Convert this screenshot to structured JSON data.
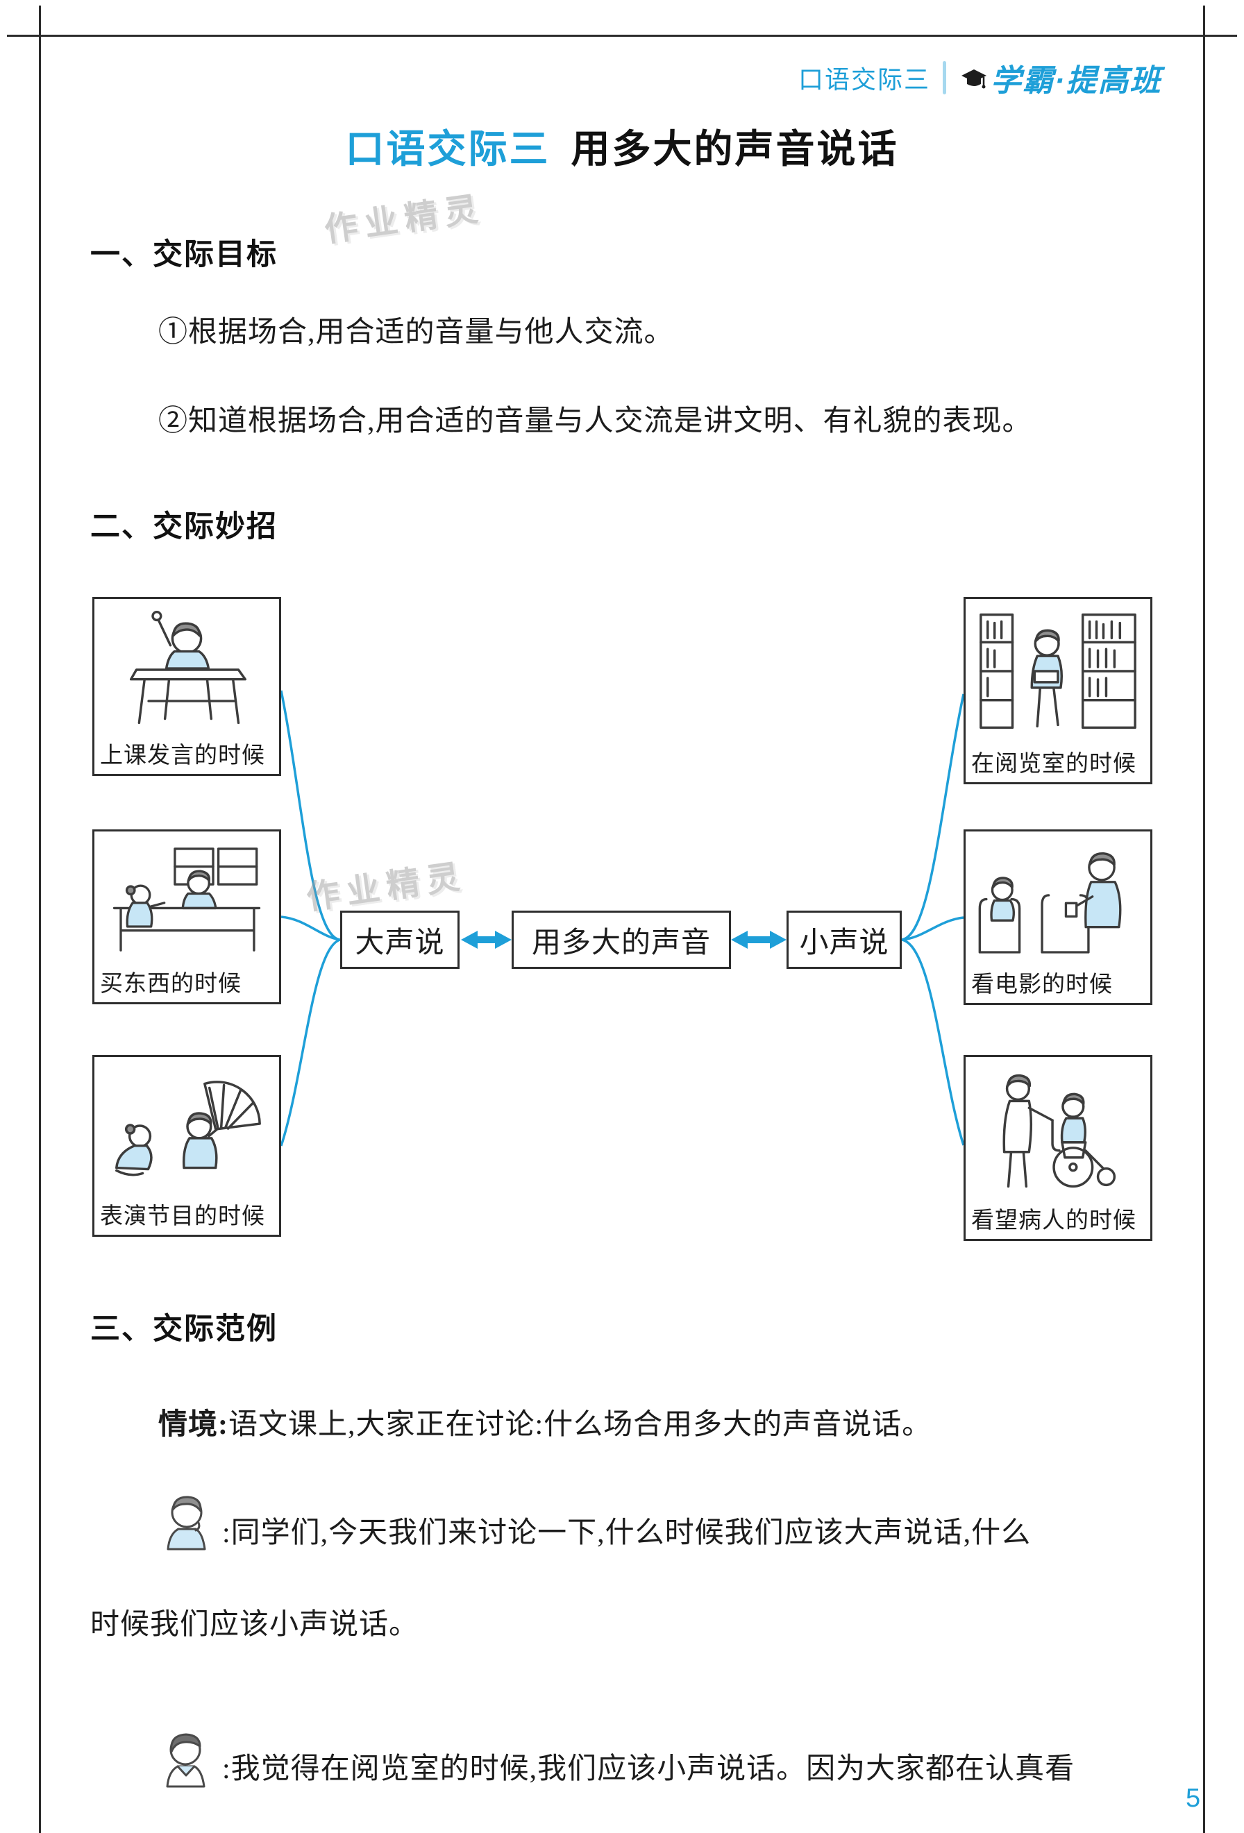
{
  "header": {
    "breadcrumb": "口语交际三",
    "brand": "学霸·提高班"
  },
  "title": {
    "prefix": "口语交际三",
    "main": "用多大的声音说话"
  },
  "watermark": {
    "text": "作业精灵"
  },
  "goals": {
    "heading": "一、交际目标",
    "item1": "①根据场合,用合适的音量与他人交流。",
    "item2": "②知道根据场合,用合适的音量与人交流是讲文明、有礼貌的表现。"
  },
  "tips": {
    "heading": "二、交际妙招",
    "loud": "大声说",
    "center": "用多大的声音",
    "soft": "小声说",
    "loud_scenes": [
      {
        "caption": "上课发言的时候"
      },
      {
        "caption": "买东西的时候"
      },
      {
        "caption": "表演节目的时候"
      }
    ],
    "soft_scenes": [
      {
        "caption": "在阅览室的时候"
      },
      {
        "caption": "看电影的时候"
      },
      {
        "caption": "看望病人的时候"
      }
    ]
  },
  "examples": {
    "heading": "三、交际范例",
    "scenario_label": "情境:",
    "scenario_text": "语文课上,大家正在讨论:什么场合用多大的声音说话。",
    "dialog1_line1": ":同学们,今天我们来讨论一下,什么时候我们应该大声说话,什么",
    "dialog1_line2": "时候我们应该小声说话。",
    "dialog2_line1": ":我觉得在阅览室的时候,我们应该小声说话。因为大家都在认真看"
  },
  "page_number": "5",
  "colors": {
    "accent": "#1e9fd8"
  }
}
